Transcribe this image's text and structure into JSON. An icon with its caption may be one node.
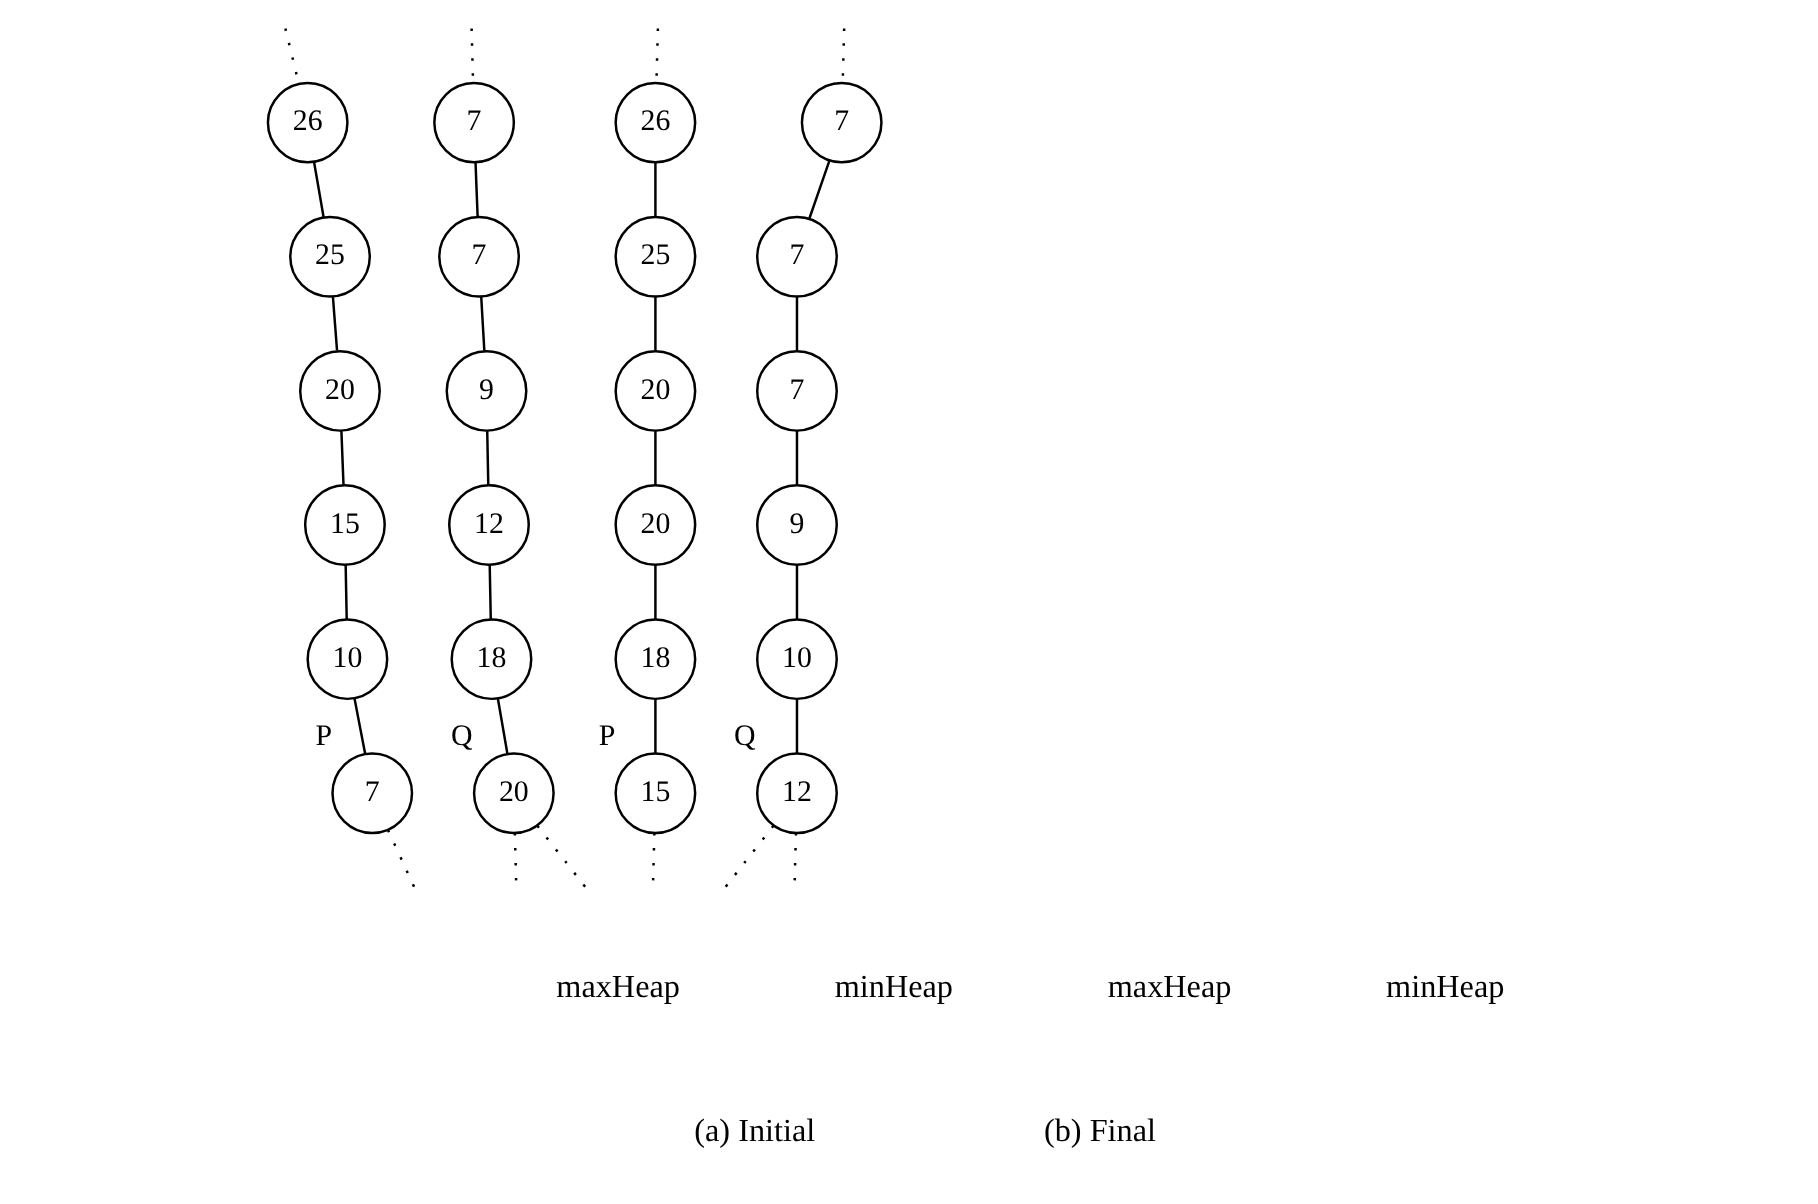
{
  "diagram": {
    "nodes": [
      {
        "text": [
          "26"
        ]
      },
      {
        "text": [
          "25"
        ]
      },
      {
        "text": [
          "20"
        ]
      },
      {
        "text": [
          "15"
        ]
      },
      {
        "text": [
          "10"
        ]
      },
      {
        "text": [
          "7"
        ],
        "beside": [
          "P"
        ]
      },
      {
        "text": [
          "7"
        ]
      },
      {
        "text": [
          "7"
        ]
      },
      {
        "text": [
          "9"
        ]
      },
      {
        "text": [
          "12"
        ]
      },
      {
        "text": [
          "18"
        ]
      },
      {
        "text": [
          "20"
        ],
        "beside": [
          "Q"
        ]
      },
      {
        "text": [
          "26"
        ]
      },
      {
        "text": [
          "25"
        ]
      },
      {
        "text": [
          "20"
        ]
      },
      {
        "text": [
          "20"
        ]
      },
      {
        "text": [
          "18"
        ]
      },
      {
        "text": [
          "15"
        ],
        "beside": [
          "P"
        ]
      },
      {
        "text": [
          "7"
        ]
      },
      {
        "text": [
          "7"
        ]
      },
      {
        "text": [
          "7"
        ]
      },
      {
        "text": [
          "9"
        ]
      },
      {
        "text": [
          "10"
        ]
      },
      {
        "text": [
          "12"
        ],
        "beside": [
          "Q"
        ]
      }
    ],
    "edges": [
      {
        "from": null,
        "to": 0,
        "arrow": "none",
        "style": "dashed"
      },
      {
        "from": 0,
        "to": 1,
        "arrow": "none"
      },
      {
        "from": 1,
        "to": 2,
        "arrow": "none"
      },
      {
        "from": 2,
        "to": 3,
        "arrow": "none"
      },
      {
        "from": 3,
        "to": 4,
        "arrow": "none"
      },
      {
        "from": 4,
        "to": 5,
        "arrow": "none"
      },
      {
        "from": 5,
        "to": null,
        "arrow": "none",
        "style": "dashed"
      },
      {
        "from": null,
        "to": 6,
        "arrow": "none",
        "style": "dashed"
      },
      {
        "from": 6,
        "to": 7,
        "arrow": "none"
      },
      {
        "from": 7,
        "to": 8,
        "arrow": "none"
      },
      {
        "from": 8,
        "to": 9,
        "arrow": "none"
      },
      {
        "from": 9,
        "to": 10,
        "arrow": "none"
      },
      {
        "from": 10,
        "to": 11,
        "arrow": "none"
      },
      {
        "from": 11,
        "to": null,
        "arrow": "none",
        "style": "dashed"
      },
      {
        "from": 11,
        "to": null,
        "arrow": "none",
        "style": "dashed"
      },
      {
        "from": null,
        "to": 12,
        "arrow": "none",
        "style": "dashed"
      },
      {
        "from": 12,
        "to": 13,
        "arrow": "none"
      },
      {
        "from": 13,
        "to": 14,
        "arrow": "none"
      },
      {
        "from": 14,
        "to": 15,
        "arrow": "none"
      },
      {
        "from": 15,
        "to": 16,
        "arrow": "none"
      },
      {
        "from": 16,
        "to": 17,
        "arrow": "none"
      },
      {
        "from": 17,
        "to": null,
        "arrow": "none",
        "style": "dashed"
      },
      {
        "from": null,
        "to": 18,
        "arrow": "none",
        "style": "dashed"
      },
      {
        "from": 18,
        "to": 19,
        "arrow": "none"
      },
      {
        "from": 19,
        "to": 20,
        "arrow": "none"
      },
      {
        "from": 20,
        "to": 21,
        "arrow": "none"
      },
      {
        "from": 21,
        "to": 22,
        "arrow": "none"
      },
      {
        "from": 22,
        "to": 23,
        "arrow": "none"
      },
      {
        "from": 23,
        "to": null,
        "arrow": "none",
        "style": "dashed"
      },
      {
        "from": 23,
        "to": null,
        "arrow": "none",
        "style": "dashed"
      }
    ],
    "labels": [
      "maxHeap",
      "minHeap",
      "maxHeap",
      "minHeap",
      "(a) Initial",
      "(b) Final"
    ]
  }
}
